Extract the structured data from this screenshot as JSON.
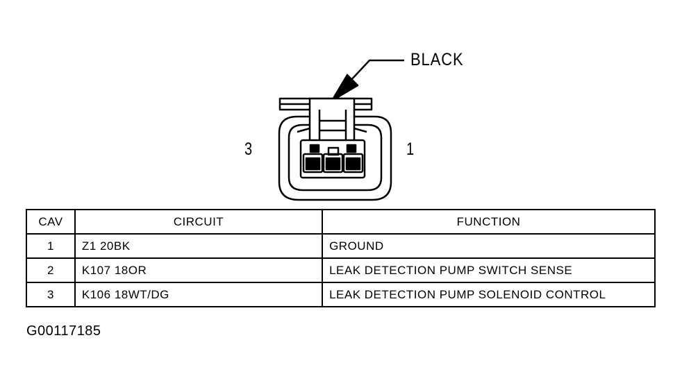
{
  "connector": {
    "color_label": "BLACK",
    "pin_left": "3",
    "pin_right": "1"
  },
  "table": {
    "headers": [
      "CAV",
      "CIRCUIT",
      "FUNCTION"
    ],
    "rows": [
      {
        "cav": "1",
        "circuit": "Z1 20BK",
        "function": "GROUND"
      },
      {
        "cav": "2",
        "circuit": "K107 18OR",
        "function": "LEAK DETECTION PUMP SWITCH SENSE"
      },
      {
        "cav": "3",
        "circuit": "K106 18WT/DG",
        "function": "LEAK DETECTION PUMP SOLENOID CONTROL"
      }
    ]
  },
  "figure_id": "G00117185"
}
